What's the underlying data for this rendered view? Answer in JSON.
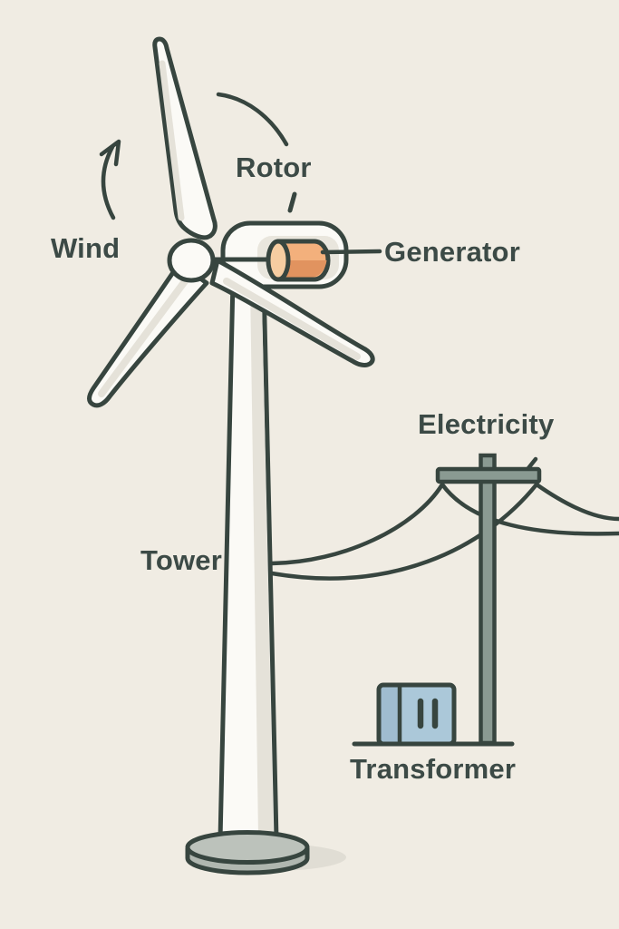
{
  "diagram": {
    "labels": {
      "wind": "Wind",
      "rotor": "Rotor",
      "generator": "Generator",
      "tower": "Tower",
      "electricity": "Electricity",
      "transformer": "Transformer"
    },
    "icons": {
      "wind_arrow": "curved-up-arrow",
      "rotor_arc": "rotation-arc",
      "generator_leader": "label-leader-line"
    }
  },
  "colors": {
    "bg": "#f0ece3",
    "ink": "#37453f",
    "text": "#3c4a46",
    "white": "#fbfaf6",
    "shade": "#e5e2d9",
    "inner": "#e9e6dd",
    "gen": "#f3b07c",
    "gen-dark": "#e1935f",
    "gen-cap": "#f6cda1",
    "pole": "#8a9a92",
    "tfmr": "#abc8d9",
    "tfmr-panel": "#9fbccf",
    "base-top": "#bcc2bb",
    "base-side": "#b0b7b0",
    "shadow": "#e0ddd4"
  }
}
